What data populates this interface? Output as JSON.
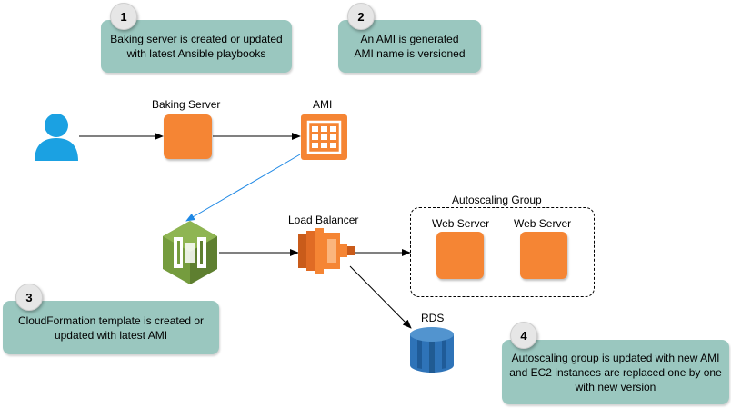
{
  "steps": [
    {
      "number": "1",
      "line1": "Baking server is created or updated",
      "line2": "with latest Ansible playbooks"
    },
    {
      "number": "2",
      "line1": "An AMI is generated",
      "line2": "AMI name is versioned"
    },
    {
      "number": "3",
      "line1": "CloudFormation template is created or",
      "line2": "updated with latest AMI"
    },
    {
      "number": "4",
      "line1": "Autoscaling group is updated with new AMI",
      "line2": "and EC2 instances are replaced one by one",
      "line3": "with new version"
    }
  ],
  "nodes": {
    "baking_server": "Baking Server",
    "ami": "AMI",
    "load_balancer": "Load Balancer",
    "autoscaling_group": "Autoscaling Group",
    "web_server_1": "Web Server",
    "web_server_2": "Web Server",
    "rds": "RDS"
  },
  "icons": {
    "user": "user-icon",
    "cloudformation": "cloudformation-icon",
    "load_balancer": "load-balancer-icon",
    "rds": "rds-database-icon",
    "ami": "ami-icon"
  },
  "colors": {
    "note_bg": "#9ac7bf",
    "aws_orange": "#f58534",
    "user_blue": "#1ba1e2",
    "cloudformation_green": "#759c3e",
    "rds_blue": "#2e73b8",
    "highlight_arrow": "#1e88e5"
  }
}
